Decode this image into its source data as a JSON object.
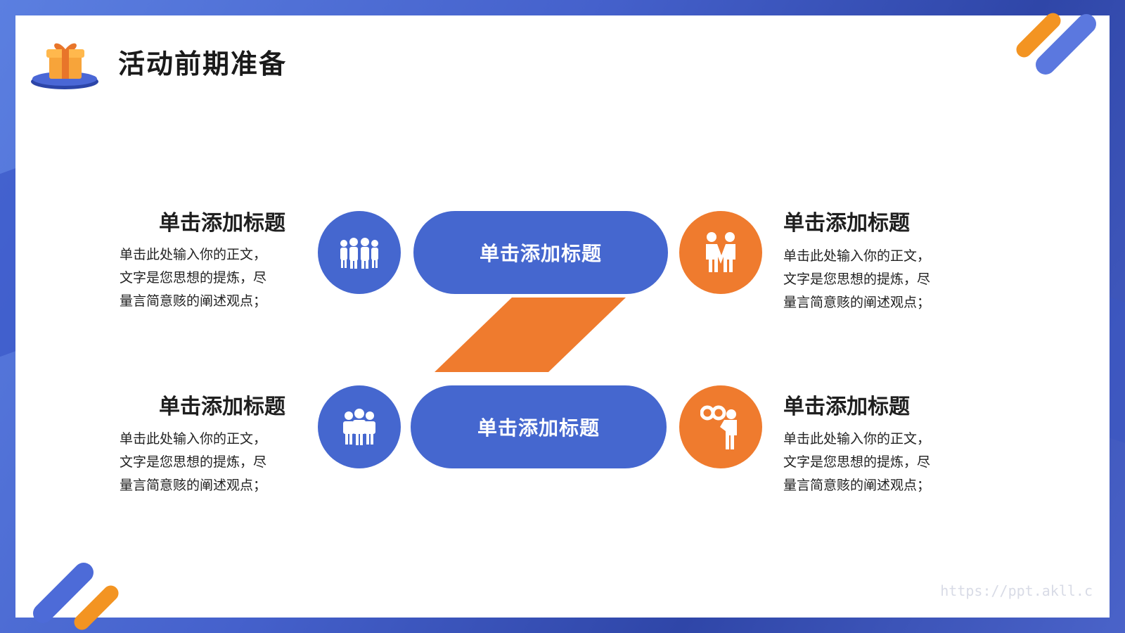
{
  "page": {
    "title": "活动前期准备",
    "watermark": "https://ppt.akll.c"
  },
  "colors": {
    "primary": "#4567cf",
    "accent": "#ef7b2e",
    "frame": "#3a52b8"
  },
  "center_pills": [
    {
      "label": "单击添加标题"
    },
    {
      "label": "单击添加标题"
    }
  ],
  "items": [
    {
      "title": "单击添加标题",
      "body": [
        "单击此处输入你的正文，",
        "文字是您思想的提炼，尽",
        "量言简意赅的阐述观点；"
      ],
      "icon": "team-group-icon"
    },
    {
      "title": "单击添加标题",
      "body": [
        "单击此处输入你的正文，",
        "文字是您思想的提炼，尽",
        "量言简意赅的阐述观点；"
      ],
      "icon": "team-business-icon"
    },
    {
      "title": "单击添加标题",
      "body": [
        "单击此处输入你的正文，",
        "文字是您思想的提炼，尽",
        "量言简意赅的阐述观点；"
      ],
      "icon": "handshake-people-icon"
    },
    {
      "title": "单击添加标题",
      "body": [
        "单击此处输入你的正文，",
        "文字是您思想的提炼，尽",
        "量言简意赅的阐述观点；"
      ],
      "icon": "binoculars-person-icon"
    }
  ],
  "icons": {
    "logo": "gift-box-icon"
  }
}
